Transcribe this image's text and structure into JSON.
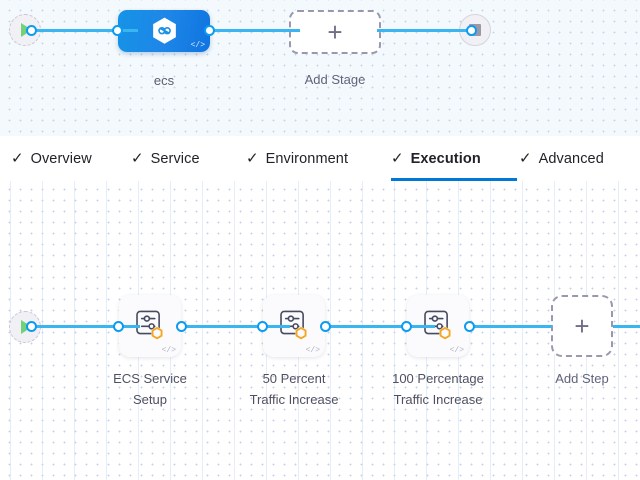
{
  "stage_canvas": {
    "name": "stage-pipeline-canvas",
    "start_node": {
      "icon": "play-icon",
      "label": ""
    },
    "end_node": {
      "icon": "stop-icon",
      "label": ""
    },
    "stages": [
      {
        "id": "stage-ecs",
        "label": "ecs",
        "icon": "harness-hexagon-icon",
        "code_marker": "</>"
      }
    ],
    "add_stage": {
      "label": "Add Stage",
      "plus": "+"
    }
  },
  "tabs": {
    "check_glyph": "✓",
    "items": [
      {
        "label": "Overview",
        "active": false
      },
      {
        "label": "Service",
        "active": false
      },
      {
        "label": "Environment",
        "active": false
      },
      {
        "label": "Execution",
        "active": true
      },
      {
        "label": "Advanced",
        "active": false
      }
    ]
  },
  "execution_canvas": {
    "name": "execution-steps-canvas",
    "start_node": {
      "icon": "play-icon"
    },
    "steps": [
      {
        "id": "step-ecs-service-setup",
        "label": "ECS Service\nSetup",
        "icon": "step-settings-icon",
        "badge": "harness-hexagon-badge",
        "code_marker": "</>"
      },
      {
        "id": "step-50-percent-traffic-increase",
        "label": "50 Percent\nTraffic Increase",
        "icon": "step-settings-icon",
        "badge": "harness-hexagon-badge",
        "code_marker": "</>"
      },
      {
        "id": "step-100-percentage-traffic-increase",
        "label": "100 Percentage\nTraffic Increase",
        "icon": "step-settings-icon",
        "badge": "harness-hexagon-badge",
        "code_marker": "</>"
      }
    ],
    "add_step": {
      "label": "Add Step",
      "plus": "+"
    }
  },
  "colors": {
    "accent_blue": "#0278d5",
    "link_blue": "#39b6f2",
    "port_blue": "#0d9bf0",
    "stage_blue": "#1593e6",
    "badge_orange": "#f5a623",
    "play_green": "#72d17a",
    "dashed_gray": "#9a98ae",
    "canvas_top_bg": "#f3f9fc",
    "canvas_bottom_bg": "#ffffff"
  }
}
